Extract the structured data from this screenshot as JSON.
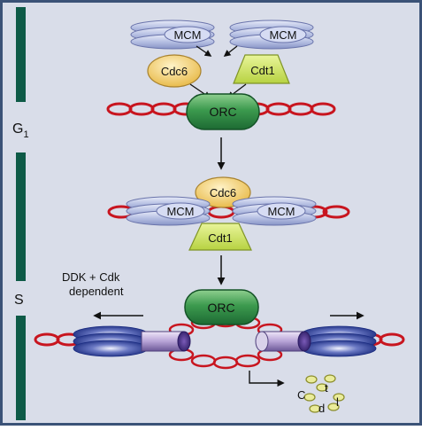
{
  "phases": {
    "g1_label": "G",
    "g1_subscript": "1",
    "s_label": "S"
  },
  "complexes": {
    "mcm_top_left": "MCM",
    "mcm_top_right": "MCM",
    "cdc6_top": "Cdc6",
    "cdt1_top": "Cdt1",
    "orc_top": "ORC",
    "cdc6_mid": "Cdc6",
    "mcm_mid_left": "MCM",
    "mcm_mid_right": "MCM",
    "cdt1_mid": "Cdt1",
    "orc_bottom": "ORC"
  },
  "annotations": {
    "ddk_line1": "DDK + Cdk",
    "ddk_line2": "dependent"
  },
  "released_letters": {
    "c": "C",
    "d": "d",
    "t": "t",
    "l": "l"
  },
  "colors": {
    "background": "#d9dde9",
    "border": "#3b5277",
    "phase_bar": "#0e5a47",
    "dna": "#c8151f",
    "mcm_fill": "#b8c1e2",
    "cdc6_fill": "#f2cf69",
    "cdt1_fill": "#c8e05a",
    "orc_fill": "#2f8a45",
    "cdc45_fill": "#eaec9a"
  }
}
